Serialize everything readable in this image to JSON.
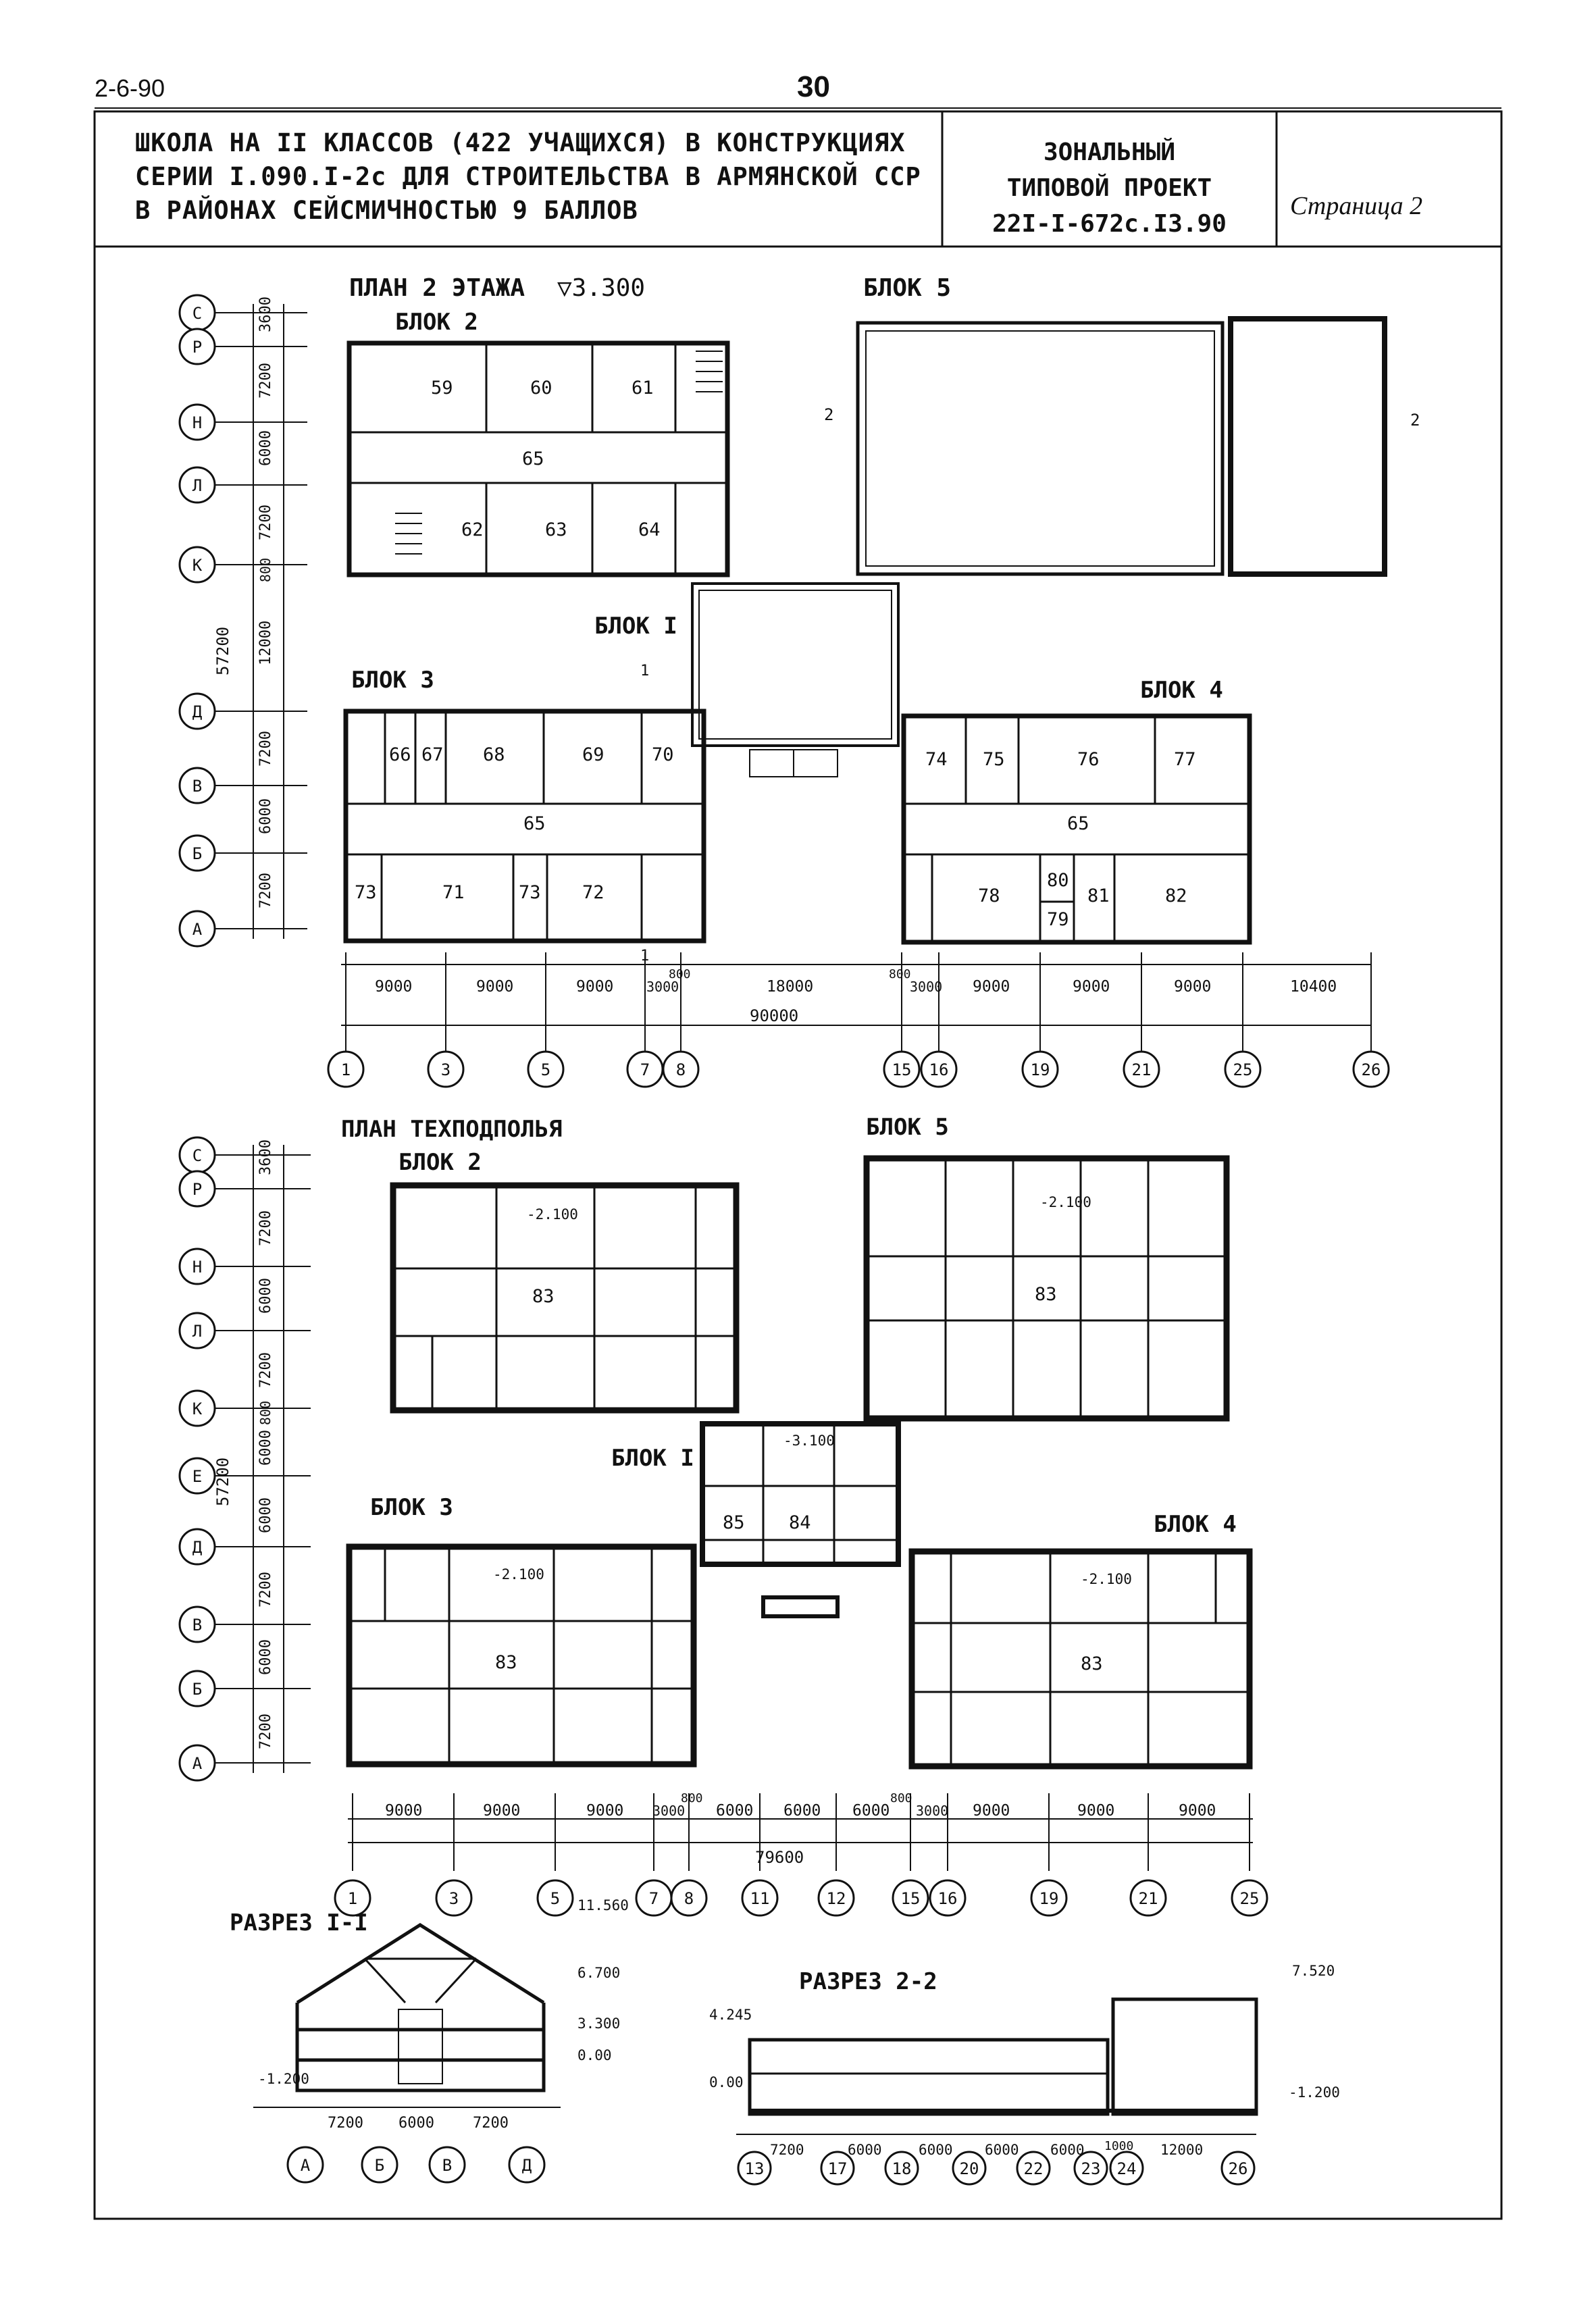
{
  "header": {
    "sheet_code": "2-6-90",
    "page_number": "30",
    "title_lines": [
      "ШКОЛА НА II КЛАССОВ (422 УЧАЩИХСЯ) В КОНСТРУКЦИЯХ",
      "СЕРИИ I.090.I-2с ДЛЯ СТРОИТЕЛЬСТВА В АРМЯНСКОЙ ССР",
      "В РАЙОНАХ СЕЙСМИЧНОСТЬЮ 9 БАЛЛОВ"
    ],
    "project_lines": [
      "ЗОНАЛЬНЫЙ",
      "ТИПОВОЙ ПРОЕКТ",
      "22I-I-672с.I3.90"
    ],
    "sheet_label": "Страница 2"
  },
  "plan2": {
    "title": "ПЛАН 2 ЭТАЖА",
    "level": "▽3.300",
    "blocks": {
      "b1": "БЛОК I",
      "b2": "БЛОК 2",
      "b3": "БЛОК 3",
      "b4": "БЛОК 4",
      "b5": "БЛОК 5"
    },
    "rooms": {
      "r59": "59",
      "r60": "60",
      "r61": "61",
      "r62": "62",
      "r63": "63",
      "r64": "64",
      "r65a": "65",
      "r65b": "65",
      "r65c": "65",
      "r66": "66",
      "r67": "67",
      "r68": "68",
      "r69": "69",
      "r70": "70",
      "r71": "71",
      "r72": "72",
      "r73a": "73",
      "r73b": "73",
      "r74": "74",
      "r75": "75",
      "r76": "76",
      "r77": "77",
      "r78": "78",
      "r79": "79",
      "r80": "80",
      "r81": "81",
      "r82": "82"
    },
    "axes_rows": [
      "С",
      "Р",
      "Н",
      "Л",
      "К",
      "Д",
      "В",
      "Б",
      "А"
    ],
    "row_dims": [
      "3600",
      "7200",
      "6000",
      "7200",
      "800",
      "12000",
      "7200",
      "6000",
      "7200"
    ],
    "row_total": "57200",
    "col_axes": [
      "1",
      "3",
      "5",
      "7",
      "8",
      "15",
      "16",
      "19",
      "21",
      "25",
      "26"
    ],
    "col_dims": [
      "9000",
      "9000",
      "9000",
      "3000",
      "800",
      "18000",
      "800",
      "3000",
      "9000",
      "9000",
      "9000",
      "10400"
    ],
    "col_total": "90000",
    "section_mark": "1",
    "section_mark2": "2"
  },
  "plan_b": {
    "title": "ПЛАН ТЕХПОДПОЛЬЯ",
    "blocks": {
      "b1": "БЛОК I",
      "b2": "БЛОК 2",
      "b3": "БЛОК 3",
      "b4": "БЛОК 4",
      "b5": "БЛОК 5"
    },
    "rooms": {
      "r83a": "83",
      "r83b": "83",
      "r83c": "83",
      "r83d": "83",
      "r84": "84",
      "r85": "85"
    },
    "levels": {
      "l2100a": "-2.100",
      "l2100b": "-2.100",
      "l2100c": "-2.100",
      "l2100d": "-2.100",
      "l3100": "-3.100"
    },
    "axes_rows": [
      "С",
      "Р",
      "Н",
      "Л",
      "К",
      "Е",
      "Д",
      "В",
      "Б",
      "А"
    ],
    "row_dims": [
      "3600",
      "7200",
      "6000",
      "7200",
      "800",
      "6000",
      "6000",
      "7200",
      "6000",
      "7200"
    ],
    "row_total": "57200",
    "col_axes": [
      "1",
      "3",
      "5",
      "7",
      "8",
      "11",
      "12",
      "15",
      "16",
      "19",
      "21",
      "25"
    ],
    "col_dims": [
      "9000",
      "9000",
      "9000",
      "3000",
      "800",
      "6000",
      "6000",
      "6000",
      "800",
      "3000",
      "9000",
      "9000",
      "9000"
    ],
    "col_total": "79600"
  },
  "sec1": {
    "title": "РАЗРЕЗ I-I",
    "levels": [
      "11.560",
      "6.700",
      "3.300",
      "0.00",
      "-1.200"
    ],
    "dims": [
      "7200",
      "6000",
      "7200"
    ],
    "axes": [
      "А",
      "Б",
      "В",
      "Д"
    ]
  },
  "sec2": {
    "title": "РАЗРЕЗ 2-2",
    "levels": [
      "4.245",
      "0.00",
      "7.520",
      "-1.200"
    ],
    "dims": [
      "7200",
      "6000",
      "6000",
      "6000",
      "6000",
      "1000",
      "12000"
    ],
    "axes": [
      "13",
      "17",
      "18",
      "20",
      "22",
      "23",
      "24",
      "26"
    ]
  }
}
